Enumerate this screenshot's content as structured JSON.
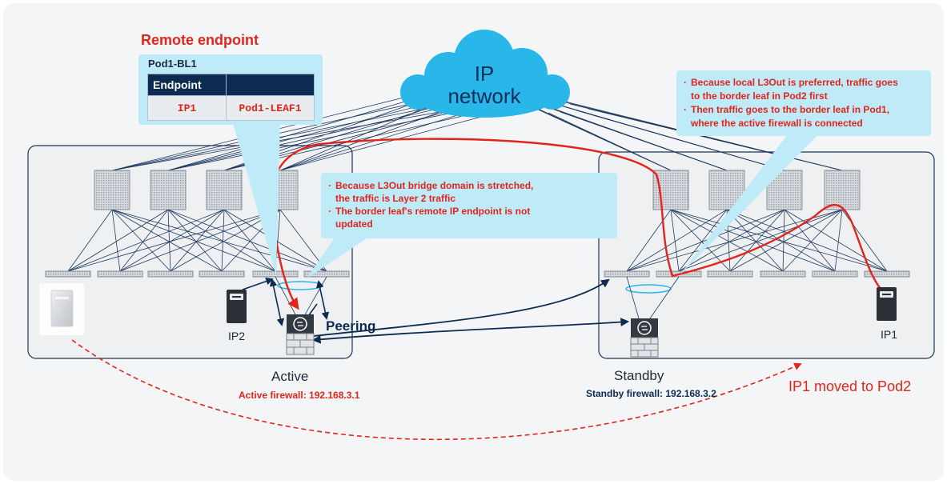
{
  "remote_endpoint": {
    "heading": "Remote endpoint",
    "box_title": "Pod1-BL1",
    "table": {
      "headers": [
        "Endpoint",
        ""
      ],
      "rows": [
        [
          "IP1",
          "Pod1-LEAF1"
        ]
      ]
    }
  },
  "cloud": {
    "line1": "IP",
    "line2": "network"
  },
  "callout_left": {
    "bullets": [
      "Because L3Out bridge domain is stretched,",
      "the traffic is Layer 2 traffic",
      "The border leaf's remote IP endpoint is not",
      "updated"
    ]
  },
  "callout_right": {
    "bullets": [
      "Because local L3Out is preferred, traffic goes",
      "to the border leaf in Pod2 first",
      "Then traffic goes to the border leaf in Pod1,",
      "where the active firewall is connected"
    ]
  },
  "pod1": {
    "ip2_label": "IP2",
    "peering_label": "Peering",
    "active_label": "Active",
    "active_fw_label": "Active firewall: 192.168.3.1"
  },
  "pod2": {
    "ip1_label": "IP1",
    "standby_label": "Standby",
    "standby_fw_label": "Standby firewall: 192.168.3.2",
    "moved_label": "IP1 moved to Pod2"
  },
  "colors": {
    "accent_red": "#e1251b",
    "navy": "#0d2b50",
    "cloud_blue": "#29b6e8",
    "callout_blue": "#bfeaf8",
    "pod_border": "#1d3557"
  },
  "icons": {
    "cloud": "cloud-icon",
    "spine": "spine-switch-icon",
    "leaf": "leaf-switch-icon",
    "server": "server-icon",
    "firewall": "firewall-icon"
  }
}
